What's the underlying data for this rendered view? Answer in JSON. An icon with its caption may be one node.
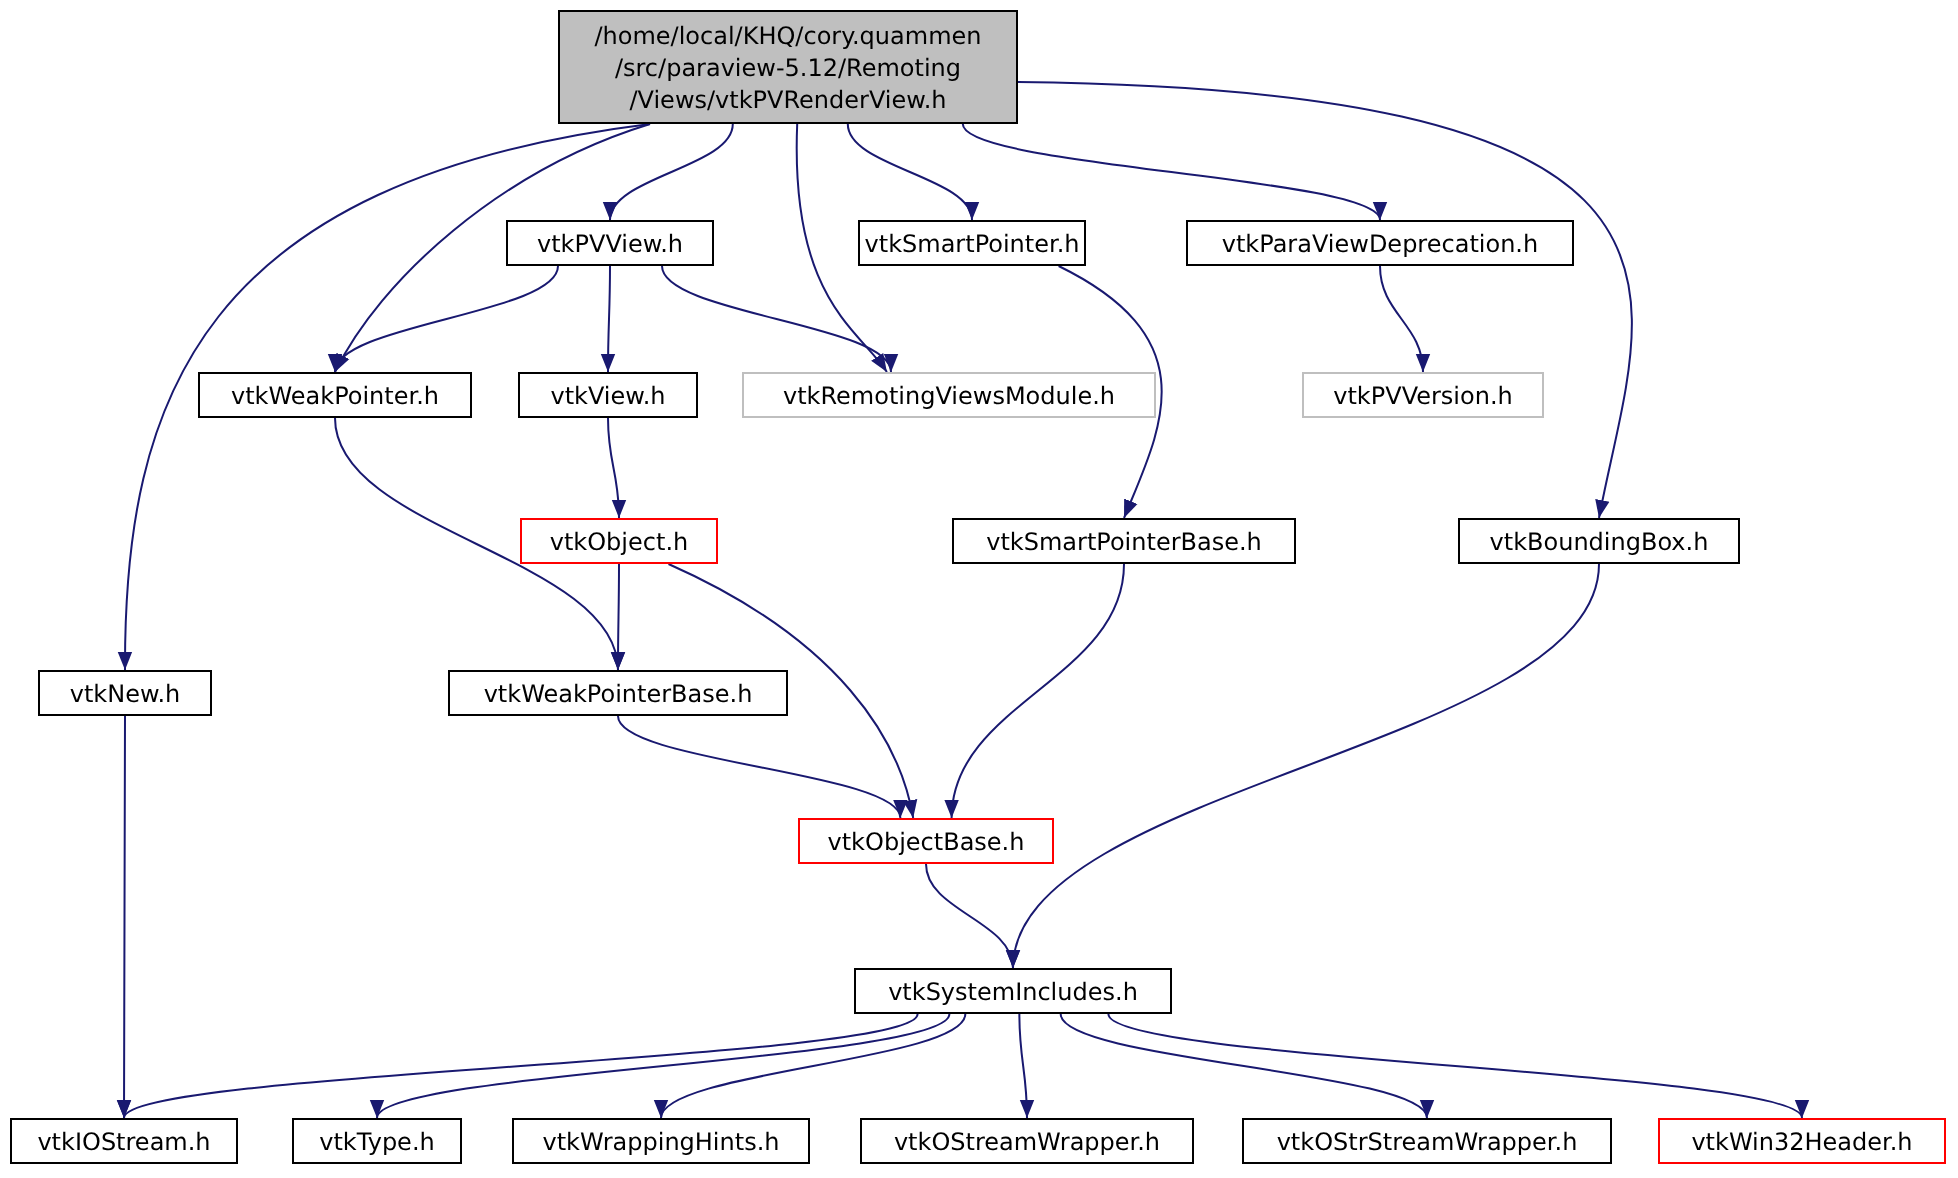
{
  "diagram": {
    "nodes": [
      {
        "text": [
          "/home/local/KHQ/cory.quammen /src/paraview-5.12/Remoting /Views/vtkPVRenderView.h"
        ]
      },
      {
        "text": [
          "vtkPVView.h"
        ]
      },
      {
        "text": [
          "vtkSmartPointer.h"
        ]
      },
      {
        "text": [
          "vtkParaViewDeprecation.h"
        ]
      },
      {
        "text": [
          "vtkWeakPointer.h"
        ]
      },
      {
        "text": [
          "vtkView.h"
        ]
      },
      {
        "text": [
          "vtkRemotingViewsModule.h"
        ]
      },
      {
        "text": [
          "vtkPVVersion.h"
        ]
      },
      {
        "text": [
          "vtkObject.h"
        ]
      },
      {
        "text": [
          "vtkSmartPointerBase.h"
        ]
      },
      {
        "text": [
          "vtkBoundingBox.h"
        ]
      },
      {
        "text": [
          "vtkNew.h"
        ]
      },
      {
        "text": [
          "vtkWeakPointerBase.h"
        ]
      },
      {
        "text": [
          "vtkObjectBase.h"
        ]
      },
      {
        "text": [
          "vtkSystemIncludes.h"
        ]
      },
      {
        "text": [
          "vtkIOStream.h"
        ]
      },
      {
        "text": [
          "vtkType.h"
        ]
      },
      {
        "text": [
          "vtkWrappingHints.h"
        ]
      },
      {
        "text": [
          "vtkOStreamWrapper.h"
        ]
      },
      {
        "text": [
          "vtkOStrStreamWrapper.h"
        ]
      },
      {
        "text": [
          "vtkWin32Header.h"
        ]
      }
    ],
    "edges": [
      {
        "from": 0,
        "to": 1,
        "arrow": "to"
      },
      {
        "from": 0,
        "to": 2,
        "arrow": "to"
      },
      {
        "from": 0,
        "to": 3,
        "arrow": "to"
      },
      {
        "from": 0,
        "to": 4,
        "arrow": "to"
      },
      {
        "from": 0,
        "to": 6,
        "arrow": "to"
      },
      {
        "from": 0,
        "to": 10,
        "arrow": "to"
      },
      {
        "from": 0,
        "to": 11,
        "arrow": "to"
      },
      {
        "from": 1,
        "to": 4,
        "arrow": "to"
      },
      {
        "from": 1,
        "to": 5,
        "arrow": "to"
      },
      {
        "from": 1,
        "to": 6,
        "arrow": "to"
      },
      {
        "from": 2,
        "to": 9,
        "arrow": "to"
      },
      {
        "from": 3,
        "to": 7,
        "arrow": "to"
      },
      {
        "from": 4,
        "to": 12,
        "arrow": "to"
      },
      {
        "from": 5,
        "to": 8,
        "arrow": "to"
      },
      {
        "from": 8,
        "to": 12,
        "arrow": "to"
      },
      {
        "from": 8,
        "to": 13,
        "arrow": "to"
      },
      {
        "from": 9,
        "to": 13,
        "arrow": "to"
      },
      {
        "from": 10,
        "to": 14,
        "arrow": "to"
      },
      {
        "from": 11,
        "to": 15,
        "arrow": "to"
      },
      {
        "from": 12,
        "to": 13,
        "arrow": "to"
      },
      {
        "from": 13,
        "to": 14,
        "arrow": "to"
      },
      {
        "from": 14,
        "to": 15,
        "arrow": "to"
      },
      {
        "from": 14,
        "to": 16,
        "arrow": "to"
      },
      {
        "from": 14,
        "to": 17,
        "arrow": "to"
      },
      {
        "from": 14,
        "to": 18,
        "arrow": "to"
      },
      {
        "from": 14,
        "to": 19,
        "arrow": "to"
      },
      {
        "from": 14,
        "to": 20,
        "arrow": "to"
      }
    ]
  }
}
